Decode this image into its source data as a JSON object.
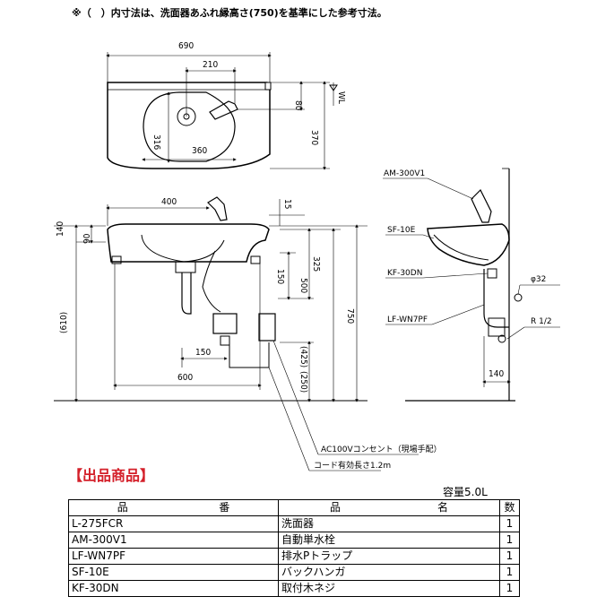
{
  "note": "※（　）内寸法は、洗面器あふれ縁高さ(750)を基準にした参考寸法。",
  "top_view": {
    "dims": {
      "width": "690",
      "offset": "210",
      "wl_drop": "80",
      "wl": "WL",
      "depth": "370",
      "bowl_depth": "316",
      "bowl_width": "360"
    }
  },
  "front_view": {
    "dims": {
      "d400": "400",
      "d15": "15",
      "d140": "140",
      "d90": "90",
      "d325": "325",
      "d150v": "150",
      "d500": "500",
      "d750": "750",
      "d610": "(610)",
      "d150h": "150",
      "d425": "(425)",
      "d600": "600",
      "d250": "(250)"
    }
  },
  "side_view": {
    "labels": {
      "faucet": "AM-300V1",
      "hanger": "SF-10E",
      "screw": "KF-30DN",
      "trap": "LF-WN7PF",
      "pipe": "φ32",
      "thread": "R 1/2",
      "d140": "140"
    }
  },
  "callouts": {
    "outlet": "AC100Vコンセント（現場手配）",
    "cord": "コード有効長さ1.2m"
  },
  "section_title": "【出品商品】",
  "capacity": "容量5.0L",
  "table": {
    "headers": {
      "part_no": [
        "品",
        "番"
      ],
      "name": [
        "品",
        "名"
      ],
      "qty": "数"
    },
    "rows": [
      {
        "part_no": "L-275FCR",
        "name": "洗面器",
        "qty": "1"
      },
      {
        "part_no": "AM-300V1",
        "name": "自動単水栓",
        "qty": "1"
      },
      {
        "part_no": "LF-WN7PF",
        "name": "排水Pトラップ",
        "qty": "1"
      },
      {
        "part_no": "SF-10E",
        "name": "バックハンガ",
        "qty": "1"
      },
      {
        "part_no": "KF-30DN",
        "name": "取付木ネジ",
        "qty": "1"
      }
    ]
  },
  "colors": {
    "accent": "#d4202a"
  }
}
